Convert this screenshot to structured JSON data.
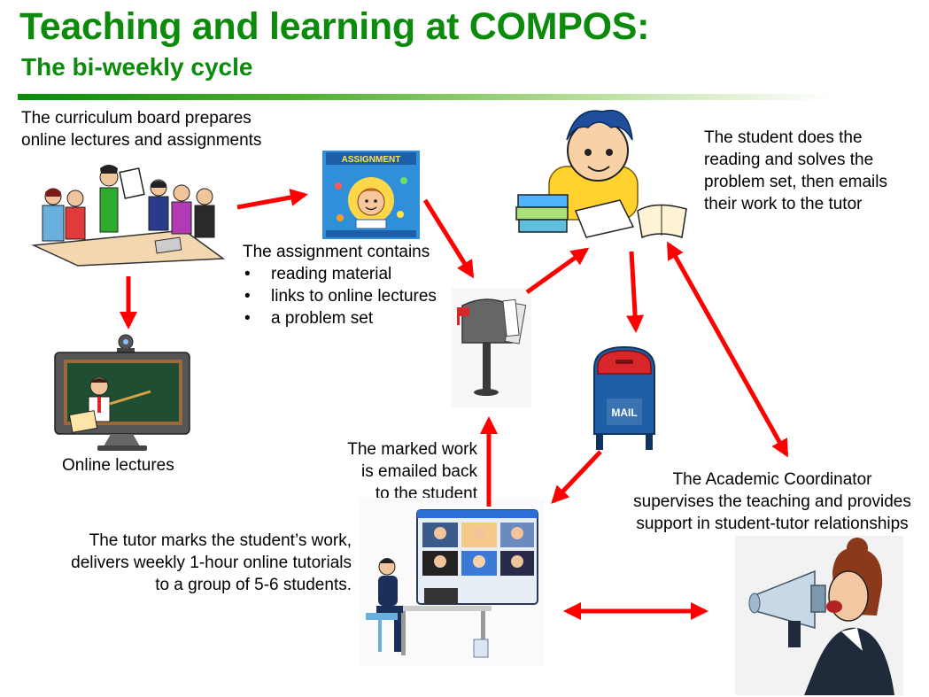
{
  "header": {
    "title": "Teaching and learning at COMPOS:",
    "subtitle": "The bi-weekly cycle"
  },
  "labels": {
    "board": [
      "The curriculum board prepares",
      "online lectures and assignments"
    ],
    "online_lectures": "Online lectures",
    "assignment_intro": "The assignment contains",
    "assignment_items": [
      "reading material",
      "links to online lectures",
      "a problem set"
    ],
    "student": [
      "The student does the",
      "reading and solves the",
      "problem set, then emails",
      "their work to the tutor"
    ],
    "marked_work": [
      "The marked work",
      "is emailed back",
      "to the student"
    ],
    "tutor": [
      "The tutor marks the student’s work,",
      "delivers weekly 1-hour online tutorials",
      "to a group of 5-6 students."
    ],
    "coordinator": [
      "The Academic Coordinator",
      "supervises the teaching and provides",
      "support in student-tutor relationships"
    ]
  },
  "illustrations": {
    "assignment_poster_text": "ASSIGNMENT",
    "mailbox_text": "MAIL"
  },
  "colors": {
    "title_green": "#0b8a0b",
    "arrow_red": "#ff0000",
    "mailbox_blue": "#1f5fa8",
    "mailbox_red": "#d8262b"
  }
}
